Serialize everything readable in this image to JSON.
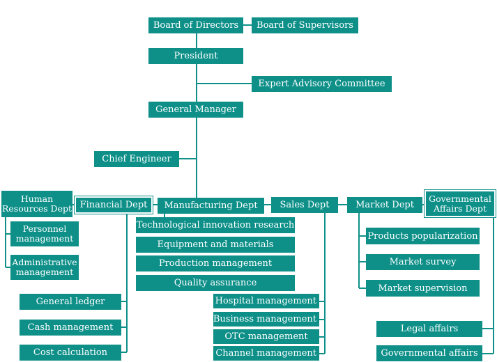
{
  "top": {
    "board_directors": "Board of Directors",
    "board_supervisors": "Board of Supervisors",
    "president": "President",
    "expert_committee": "Expert Advisory Committee",
    "general_manager": "General Manager",
    "chief_engineer": "Chief Engineer"
  },
  "depts": {
    "hr": "Human Resources Dept",
    "financial": "Financial Dept",
    "manufacturing": "Manufacturing Dept",
    "sales": "Sales Dept",
    "market": "Market Dept",
    "gov": "Governmental Affairs Dept"
  },
  "hr_items": [
    "Personnel management",
    "Administrative management"
  ],
  "financial_items": [
    "General ledger",
    "Cash management",
    "Cost calculation"
  ],
  "manufacturing_items": [
    "Technological innovation research",
    "Equipment and materials",
    "Production management",
    "Quality assurance"
  ],
  "sales_items": [
    "Hospital management",
    "Business management",
    "OTC management",
    "Channel management"
  ],
  "market_items": [
    "Products popularization",
    "Market survey",
    "Market supervision"
  ],
  "gov_items": [
    "Legal affairs",
    "Governmental affairs"
  ],
  "colors": {
    "box": "#0e9089",
    "text": "#ffffff",
    "line": "#0e9089"
  }
}
